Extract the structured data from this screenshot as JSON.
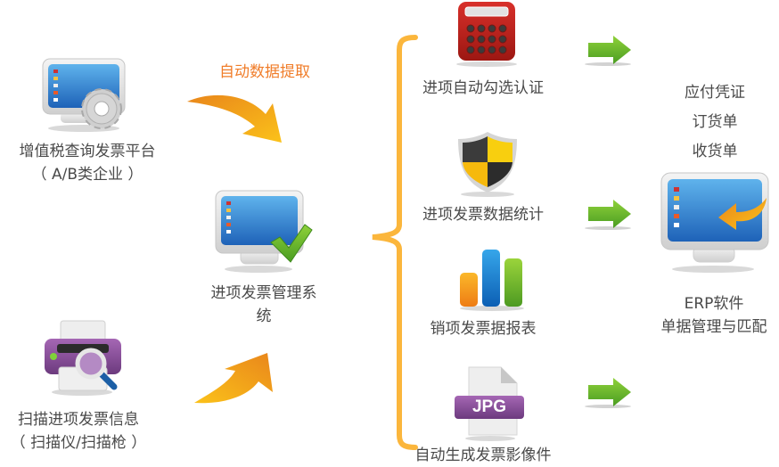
{
  "colors": {
    "flow_arrow": "#f5a31a",
    "brace": "#fbb63c",
    "green_arrow": "#6cbf2e",
    "screen_blue": "#2a7fd0",
    "label_orange": "#f07d2a",
    "label_gray": "#4a4a4a"
  },
  "sources": [
    {
      "id": "vat-platform",
      "icon": "monitor-gear-icon",
      "lines": [
        "增值税查询发票平台",
        "（ A/B类企业 ）"
      ]
    },
    {
      "id": "scan",
      "icon": "scanner-printer-icon",
      "lines": [
        "扫描进项发票信息",
        "（ 扫描仪/扫描枪 ）"
      ]
    }
  ],
  "flow_label": "自动数据提取",
  "center": {
    "icon": "monitor-check-icon",
    "lines": [
      "进项发票管理系",
      "统"
    ]
  },
  "features": [
    {
      "icon": "calculator-icon",
      "label": "进项自动勾选认证"
    },
    {
      "icon": "shield-icon",
      "label": "进项发票数据统计"
    },
    {
      "icon": "bar-chart-icon",
      "label": "销项发票据报表"
    },
    {
      "icon": "jpg-file-icon",
      "label": "自动生成发票影像件",
      "badge": "JPG"
    }
  ],
  "erp": {
    "documents": [
      "应付凭证",
      "订货单",
      "收货单"
    ],
    "icon": "monitor-import-icon",
    "lines": [
      "ERP软件",
      "单据管理与匹配"
    ]
  }
}
